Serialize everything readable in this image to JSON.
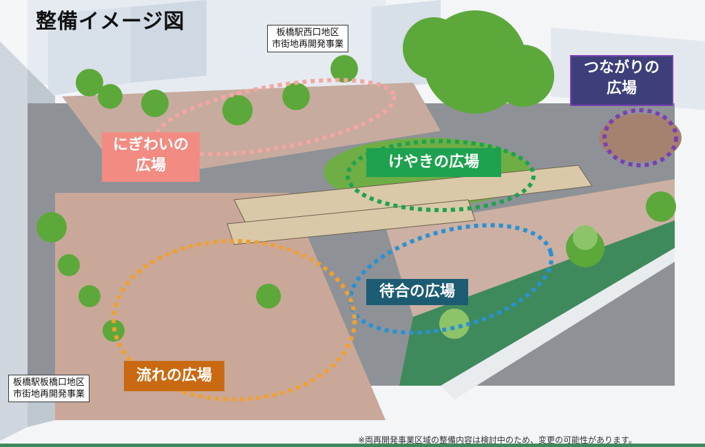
{
  "title": "整備イメージ図",
  "north_project": {
    "line1": "板橋駅西口地区",
    "line2": "市街地再開発事業"
  },
  "south_project": {
    "line1": "板橋駅板橋口地区",
    "line2": "市街地再開発事業"
  },
  "plazas": {
    "nigiwai": {
      "line1": "にぎわいの",
      "line2": "広場",
      "color": "#f28b82"
    },
    "keyaki": {
      "label": "けやきの広場",
      "color": "#1ea24f"
    },
    "tsunagari": {
      "line1": "つながりの",
      "line2": "広場",
      "color": "#3d3f7a"
    },
    "machiai": {
      "label": "待合の広場",
      "color": "#1c5c73"
    },
    "nagare": {
      "label": "流れの広場",
      "color": "#c96a12"
    }
  },
  "footnote": "※両再開発事業区域の整備内容は検討中のため、変更の可能性があります。"
}
